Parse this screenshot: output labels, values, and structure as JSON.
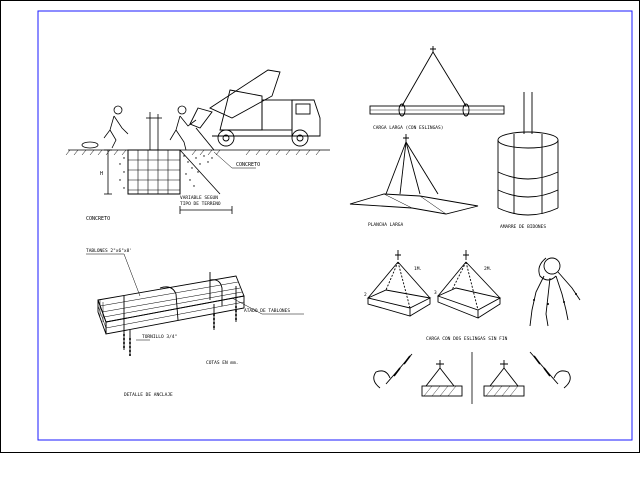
{
  "drawing": {
    "frame_color": "#1a1aff",
    "ink_color": "#000000"
  },
  "labels": {
    "concreting_title": "CONCRETO",
    "concrete_label": "CONCRETO",
    "vertical_dim": "H",
    "variable_note_1": "VARIABLE SEGUN",
    "variable_note_2": "TIPO DE TERRENO",
    "pipe_load": "CARGA LARGA (CON ESLINGAS)",
    "plank_load": "PLANCHA LARGA",
    "drum_load": "AMARRE DE BIDONES",
    "board_bundle": "TABLONES 2\"x6\"x8'",
    "board_tie": "ATADO DE TABLONES",
    "stake": "TORNILLO 3/4\"",
    "dims_note": "COTAS EN mm.",
    "detail_title": "DETALLE DE ANCLAJE",
    "sling_count_1": "1M.",
    "sling_count_2": "2M.",
    "sling_load": "CARGA CON DOS ESLINGAS SIN FIN",
    "corner_a": "2",
    "corner_b": "3"
  }
}
